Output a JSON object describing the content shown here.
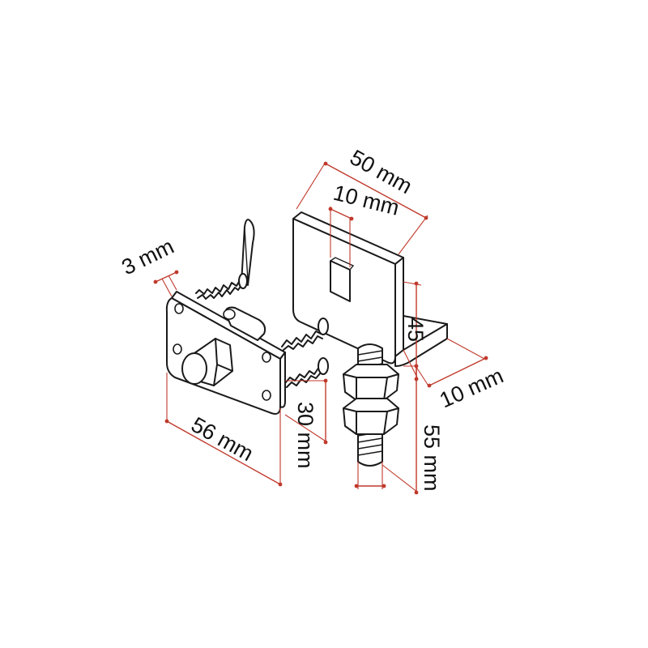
{
  "labels": {
    "d50": "50 mm",
    "d10top": "10 mm",
    "d3": "3 mm",
    "d45": "45",
    "d10right": "10 mm",
    "d56": "56 mm",
    "d30": "30 mm",
    "d55": "55 mm"
  },
  "colors": {
    "dimension": "#c0392b",
    "outline": "#1a1a1a"
  }
}
